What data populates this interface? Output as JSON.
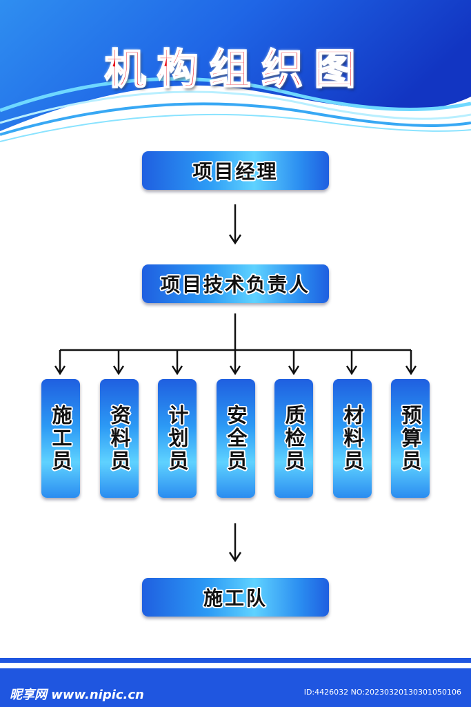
{
  "title": "机构组织图",
  "top_node": "项目经理",
  "second_node": "项目技术负责人",
  "roles": [
    "施工员",
    "资料员",
    "计划员",
    "安全员",
    "质检员",
    "材料员",
    "预算员"
  ],
  "bottom_node": "施工队",
  "watermark": {
    "site": "昵享网 www.nipic.cn",
    "id": "ID:4426032 NO:20230320130301050106"
  },
  "colors": {
    "title": "#e8141c",
    "header_blue": "#1a47d8",
    "box_light": "#5fd2ff",
    "box_dark": "#1f5fe0"
  }
}
